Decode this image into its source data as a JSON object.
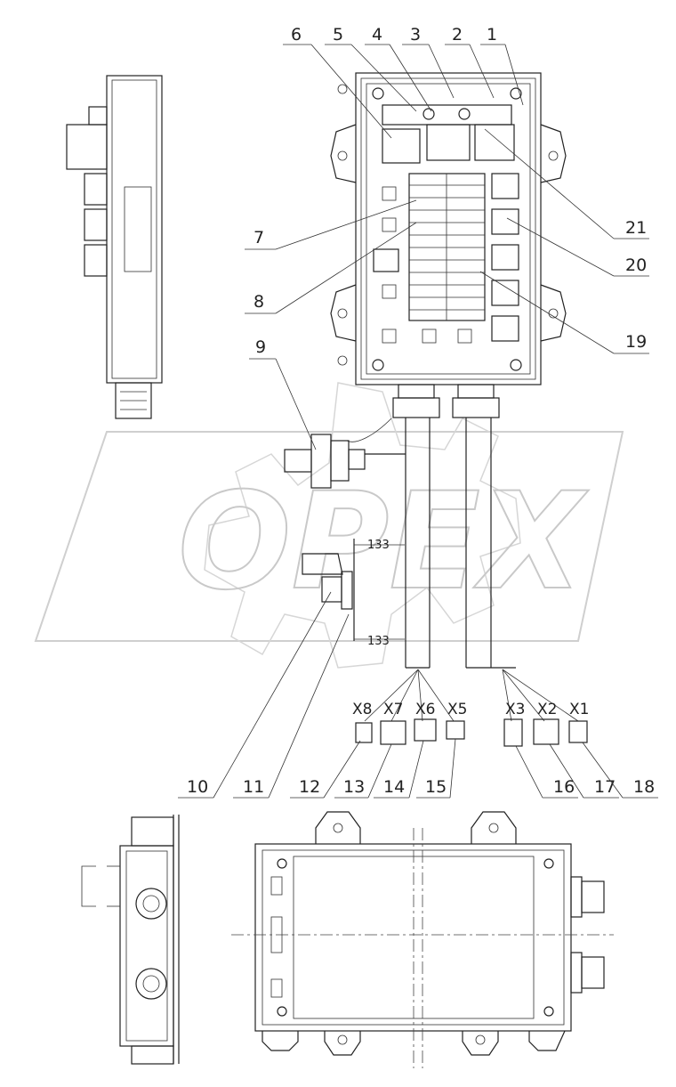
{
  "watermark": "OPEX",
  "callouts": {
    "top": [
      "6",
      "5",
      "4",
      "3",
      "2",
      "1"
    ],
    "c7": "7",
    "c8": "8",
    "c9": "9",
    "c19": "19",
    "c20": "20",
    "c21": "21",
    "bottom": [
      "10",
      "11",
      "12",
      "13",
      "14",
      "15",
      "16",
      "17",
      "18"
    ]
  },
  "connectors": [
    "X8",
    "X7",
    "X6",
    "X5",
    "X3",
    "X2",
    "X1"
  ],
  "wire_length_label": "133"
}
